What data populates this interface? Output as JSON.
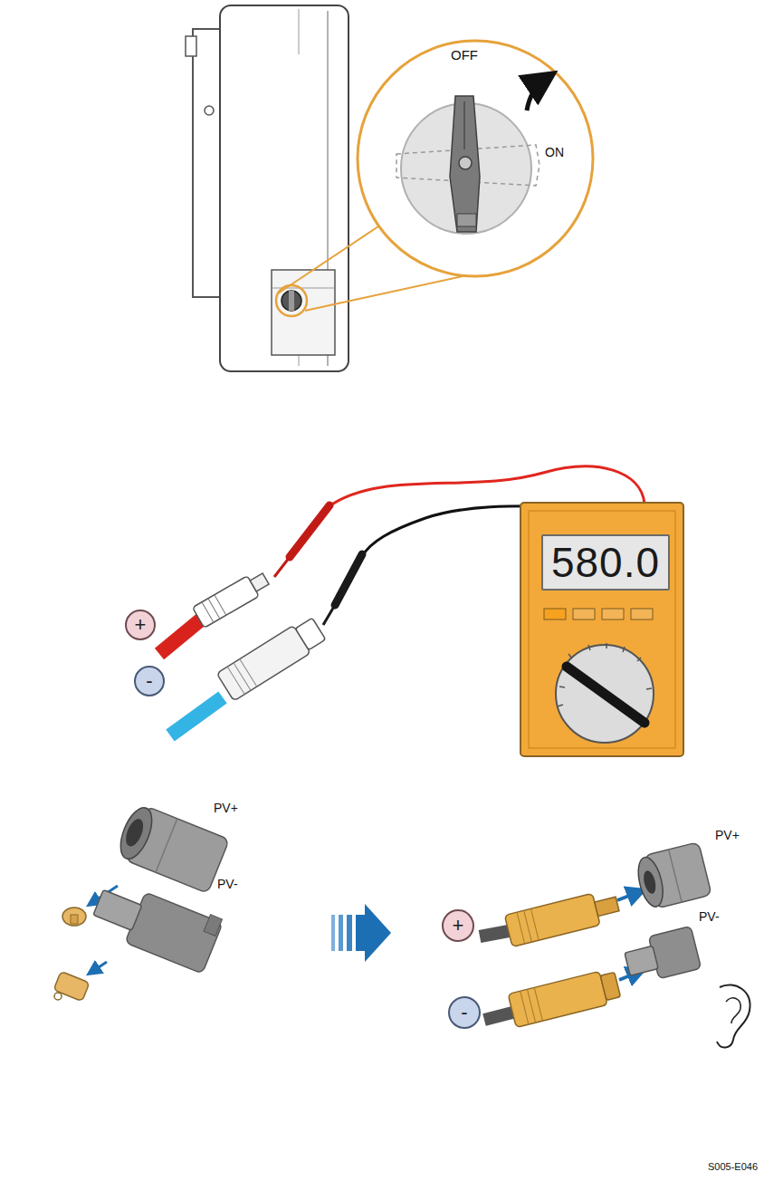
{
  "diagram": {
    "nodes": [
      {
        "text": [
          "580.0"
        ]
      },
      {
        "text": [
          "+"
        ]
      },
      {
        "text": [
          "-"
        ]
      },
      {
        "text": [
          "+"
        ]
      },
      {
        "text": [
          "-"
        ]
      }
    ],
    "labels": [
      "OFF",
      "ON",
      "PV+",
      "PV-",
      "PV+",
      "PV-",
      "S005-E046"
    ]
  }
}
